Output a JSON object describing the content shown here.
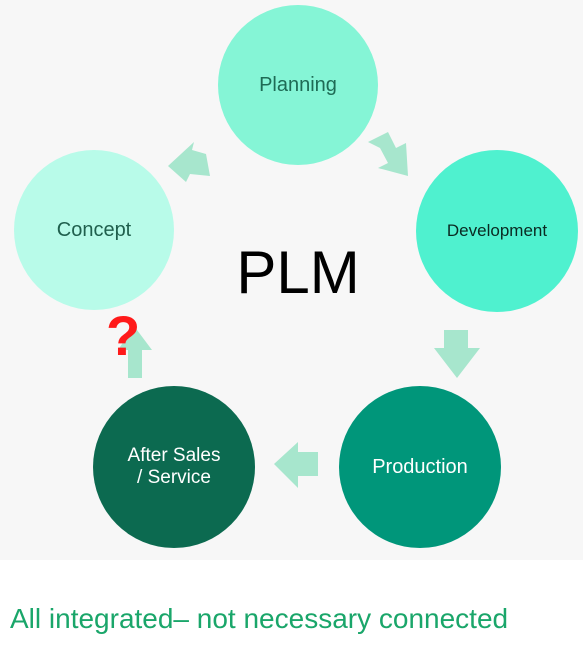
{
  "diagram": {
    "center_label": "PLM",
    "stages": {
      "planning": "Planning",
      "development": "Development",
      "production": "Production",
      "after_sales": "After Sales\n/ Service",
      "concept": "Concept"
    },
    "question_mark": "?",
    "caption": "All integrated– not necessary connected",
    "colors": {
      "planning": "#85f5d6",
      "development": "#4ff1cf",
      "production": "#00967a",
      "after_sales": "#0c6a50",
      "concept": "#b8fbe9",
      "arrow": "#a7e6cd",
      "question": "#ff1a1a",
      "caption": "#1aa66a"
    }
  }
}
